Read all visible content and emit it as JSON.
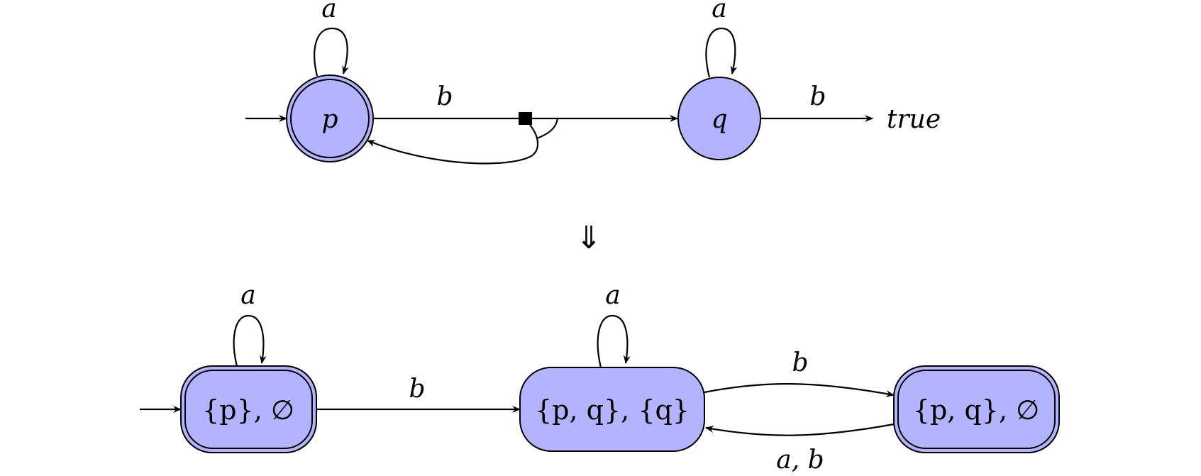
{
  "colors": {
    "state_fill": "#b3b3ff",
    "stroke": "#000000"
  },
  "top_automaton": {
    "states": [
      {
        "id": "p",
        "label": "p",
        "accepting": true,
        "initial": true
      },
      {
        "id": "q",
        "label": "q",
        "accepting": false,
        "initial": false
      }
    ],
    "edges": [
      {
        "from": "p",
        "to": "p",
        "label": "a"
      },
      {
        "from": "p",
        "to": "q|p (universal)",
        "label": "b"
      },
      {
        "from": "q",
        "to": "q",
        "label": "a"
      },
      {
        "from": "q",
        "to": "true",
        "label": "b"
      }
    ],
    "true_label": "true"
  },
  "transform_arrow": "⇓",
  "bottom_automaton": {
    "states": [
      {
        "id": "s1",
        "label": "{p}, ∅",
        "accepting": true,
        "initial": true
      },
      {
        "id": "s2",
        "label": "{p, q}, {q}",
        "accepting": false,
        "initial": false
      },
      {
        "id": "s3",
        "label": "{p, q}, ∅",
        "accepting": true,
        "initial": false
      }
    ],
    "edges": [
      {
        "from": "s1",
        "to": "s1",
        "label": "a"
      },
      {
        "from": "s1",
        "to": "s2",
        "label": "b"
      },
      {
        "from": "s2",
        "to": "s2",
        "label": "a"
      },
      {
        "from": "s2",
        "to": "s3",
        "label": "b"
      },
      {
        "from": "s3",
        "to": "s2",
        "label": "a, b"
      }
    ]
  }
}
